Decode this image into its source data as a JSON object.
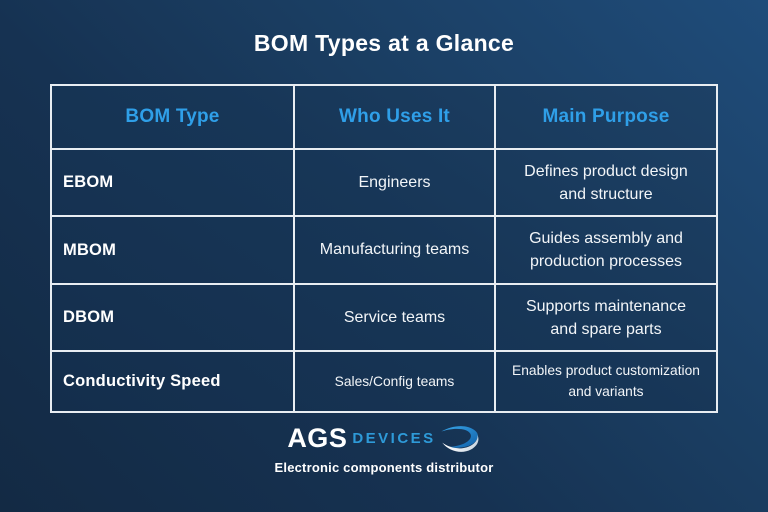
{
  "title": "BOM Types at a Glance",
  "chart_data": {
    "type": "table",
    "title": "BOM Types at a Glance",
    "columns": [
      "BOM Type",
      "Who Uses It",
      "Main Purpose"
    ],
    "rows": [
      {
        "bom_type": "EBOM",
        "who_uses_it": "Engineers",
        "main_purpose": "Defines product design and structure"
      },
      {
        "bom_type": "MBOM",
        "who_uses_it": "Manufacturing teams",
        "main_purpose": "Guides assembly and production processes"
      },
      {
        "bom_type": "DBOM",
        "who_uses_it": "Service teams",
        "main_purpose": "Supports maintenance and spare parts"
      },
      {
        "bom_type": "Conductivity Speed",
        "who_uses_it": "Sales/Config teams",
        "main_purpose": "Enables product customization and variants"
      }
    ]
  },
  "logo": {
    "brand_primary": "AGS",
    "brand_secondary": "DEVICES",
    "swoosh_icon": "swoosh-arrow-icon",
    "tagline": "Electronic components distributor"
  },
  "colors": {
    "accent_blue": "#2f9fe8",
    "logo_blue": "#2e9ad8",
    "background_light": "#1f4c7a",
    "background_dark": "#132a44",
    "table_border": "#e8edf2",
    "text_white": "#ffffff"
  }
}
